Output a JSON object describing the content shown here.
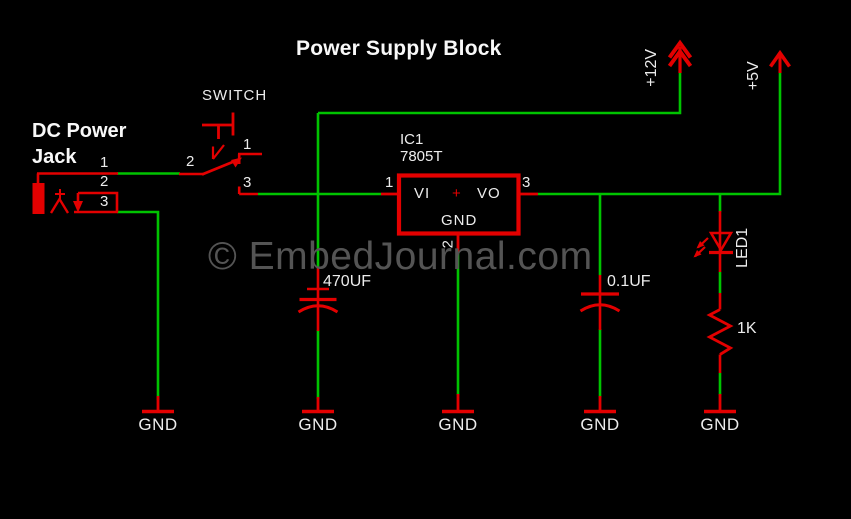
{
  "title": "Power Supply Block",
  "watermark": "© EmbedJournal.com",
  "colors": {
    "background": "#000000",
    "wire_green": "#00C300",
    "component_red": "#E30000",
    "label_white": "#ECECEC",
    "watermark_gray": "#545454"
  },
  "rails": {
    "v12": "+12V",
    "v5": "+5V"
  },
  "jack": {
    "label_line1": "DC Power",
    "label_line2": "Jack",
    "pin1": "1",
    "pin2": "2",
    "pin3": "3"
  },
  "switch": {
    "label": "SWITCH",
    "pin1": "1",
    "pin2": "2",
    "pin3": "3"
  },
  "ic": {
    "ref": "IC1",
    "value": "7805T",
    "pin1": "1",
    "pin2": "2",
    "pin3": "3",
    "vi": "VI",
    "vo": "VO",
    "gnd": "GND",
    "plus": "+"
  },
  "cap_in": {
    "value": "470UF"
  },
  "cap_out": {
    "value": "0.1UF"
  },
  "led": {
    "ref": "LED1"
  },
  "resistor": {
    "value": "1K"
  },
  "grounds": [
    "GND",
    "GND",
    "GND",
    "GND",
    "GND"
  ]
}
